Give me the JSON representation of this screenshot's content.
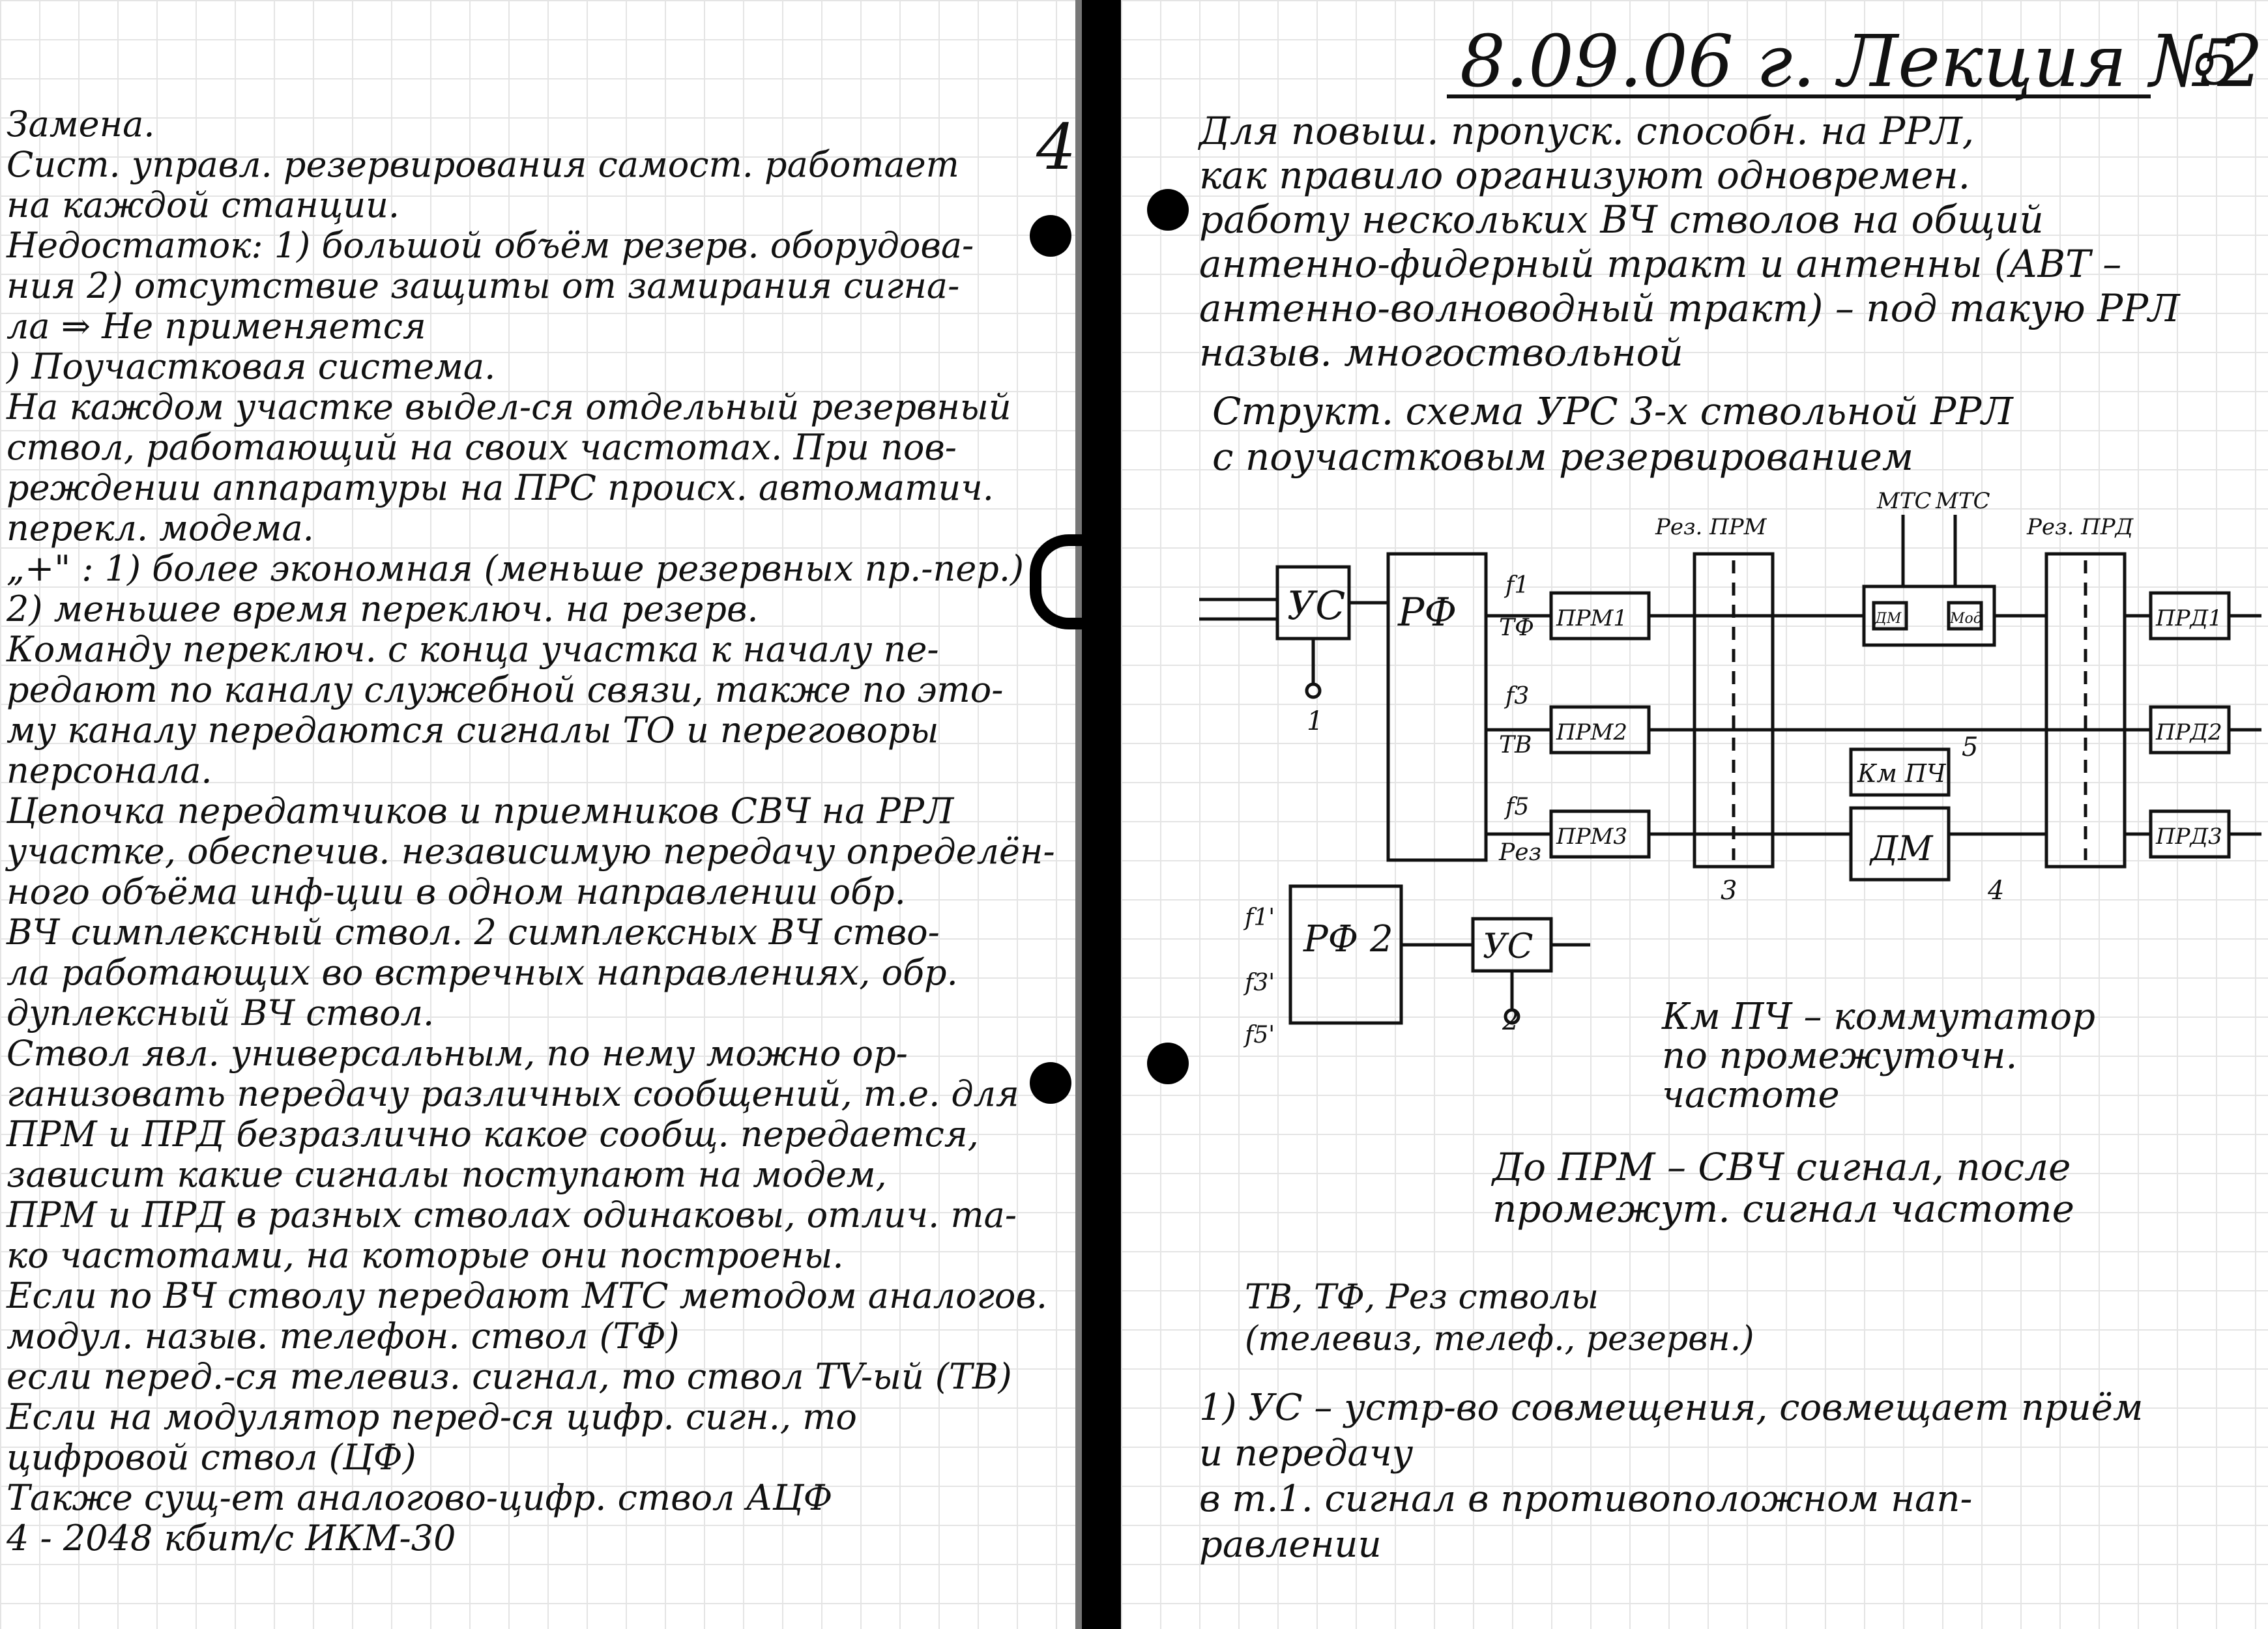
{
  "left_page": {
    "page_number": "4",
    "lines": [
      "Замена.",
      "Сист. управл. резервирования самост. работает",
      "на каждой станции.",
      "Недостаток: 1) большой объём резерв. оборудова-",
      "ния 2) отсутствие защиты от замирания сигна-",
      "ла ⇒ Не применяется",
      ") Поучастковая система.",
      "На каждом участке выдел-ся отдельный резервный",
      "ствол, работающий на своих частотах. При пов-",
      "реждении аппаратуры на ПРС происх. автоматич.",
      "перекл. модема.",
      "„+\" : 1) более экономная (меньше резервных пр.-пер.)",
      "2) меньшее время переключ. на резерв.",
      "Команду переключ. с конца участка к началу пе-",
      "редают по каналу служебной связи, также по это-",
      "му каналу передаются сигналы ТО и переговоры",
      "персонала.",
      "Цепочка передатчиков и приемников СВЧ на РРЛ",
      "участке, обеспечив. независимую передачу определён-",
      "ного объёма инф-ции в одном направлении обр.",
      "ВЧ симплексный ствол. 2 симплексных ВЧ ство-",
      "ла работающих во встречных направлениях, обр.",
      "дуплексный ВЧ ствол.",
      "Ствол явл. универсальным, по нему можно ор-",
      "ганизовать передачу различных сообщений, т.е. для",
      "ПРМ и ПРД безразлично какое сообщ. передается,",
      "зависит какие сигналы поступают на модем,",
      "ПРМ и ПРД в разных стволах одинаковы, отлич. та-",
      "ко частотами, на которые они построены.",
      "Если по ВЧ стволу передают МТС методом аналогов.",
      "модул. назыв. телефон. ствол (ТФ)",
      "если перед.-ся телевиз. сигнал, то ствол TV-ый (ТВ)",
      "Если на модулятор перед-ся цифр. сигн., то",
      "цифровой ствол (ЦФ)",
      "Также сущ-ет аналогово-цифр. ствол АЦФ",
      "4 - 2048 кбит/с ИКМ-30"
    ]
  },
  "right_page": {
    "title": "8.09.06 г. Лекция №2",
    "page_number": "5",
    "intro_lines": [
      "Для повыш. пропуск. способн. на РРЛ,",
      "как правило организуют одновремен.",
      "работу нескольких ВЧ стволов на общий",
      "антенно-фидерный тракт и антенны (АВТ –",
      "антенно-волноводный тракт) – под такую РРЛ",
      "назыв. многоствольной"
    ],
    "diagram_caption_lines": [
      "Структ. схема УРС 3-х ствольной РРЛ",
      "с поучастковым резервированием"
    ],
    "diagram": {
      "top_labels": [
        "Рез. ПРМ",
        "МТС",
        "МТС",
        "Рез. ПРД"
      ],
      "blocks": [
        "УС",
        "РФ",
        "ПРМ1",
        "ПРМ2",
        "ПРМ3",
        "ДМ",
        "Мод",
        "Км ПЧ",
        "ДМ",
        "ПРД1",
        "ПРД2",
        "ПРД3",
        "РФ 2",
        "УС"
      ],
      "signal_labels": [
        "f1",
        "ТФ",
        "f3",
        "ТВ",
        "f5",
        "Рез",
        "f1'",
        "f3'",
        "f5'"
      ],
      "markers": [
        "1",
        "2",
        "3",
        "4",
        "5"
      ]
    },
    "legend_lines": [
      "Км ПЧ – коммутатор",
      "по промежуточн.",
      "частоте"
    ],
    "note_lines": [
      "До ПРМ – СВЧ сигнал, после",
      "промежут. сигнал частоте"
    ],
    "stvol_lines": [
      "ТВ, ТФ, Рез стволы",
      "(телевиз, телеф., резервн.)"
    ],
    "footer_lines": [
      "1) УС – устр-во совмещения, совмещает приём",
      "и передачу",
      "в т.1. сигнал в противоположном нап-",
      "равлении"
    ]
  }
}
